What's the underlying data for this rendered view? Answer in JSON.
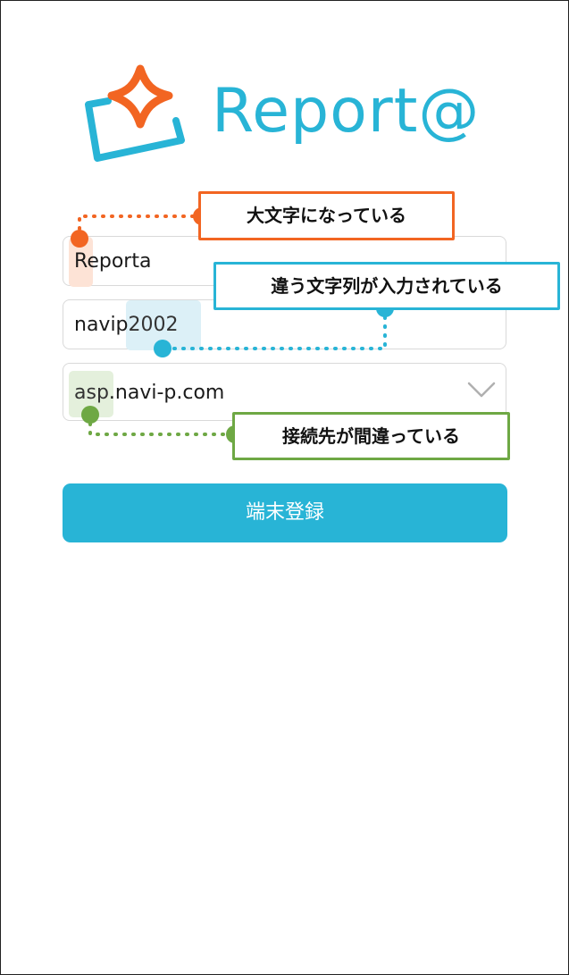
{
  "brand": {
    "logo_text": "Report@",
    "logo_icon": "star-card-icon",
    "color": "#28b4d6",
    "accent_color": "#f26522"
  },
  "form": {
    "company_code": {
      "value": "Reporta",
      "highlight": "R",
      "rest": "eporta"
    },
    "user_id": {
      "value": "navip2002",
      "prefix": "navip",
      "highlight": "2002"
    },
    "server": {
      "value": "asp.navi-p.com",
      "highlight": "asp",
      "rest": ".navi-p.com",
      "icon": "chevron-down-icon"
    },
    "register_label": "端末登録"
  },
  "annotations": {
    "uppercase": {
      "text": "大文字になっている",
      "color": "#f26522"
    },
    "different_chars": {
      "text": "違う文字列が入力されている",
      "color": "#28b4d6"
    },
    "wrong_server": {
      "text": "接続先が間違っている",
      "color": "#6ea844"
    }
  }
}
